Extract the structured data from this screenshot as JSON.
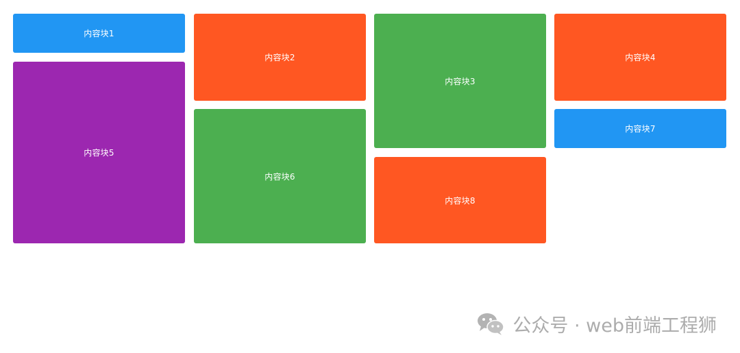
{
  "blocks": {
    "b1": "内容块1",
    "b2": "内容块2",
    "b3": "内容块3",
    "b4": "内容块4",
    "b5": "内容块5",
    "b6": "内容块6",
    "b7": "内容块7",
    "b8": "内容块8"
  },
  "colors": {
    "blue": "#2196f3",
    "orange": "#ff5722",
    "green": "#4caf50",
    "purple": "#9c27b0"
  },
  "watermark": {
    "text": "公众号 · web前端工程狮",
    "icon": "wechat-icon"
  }
}
